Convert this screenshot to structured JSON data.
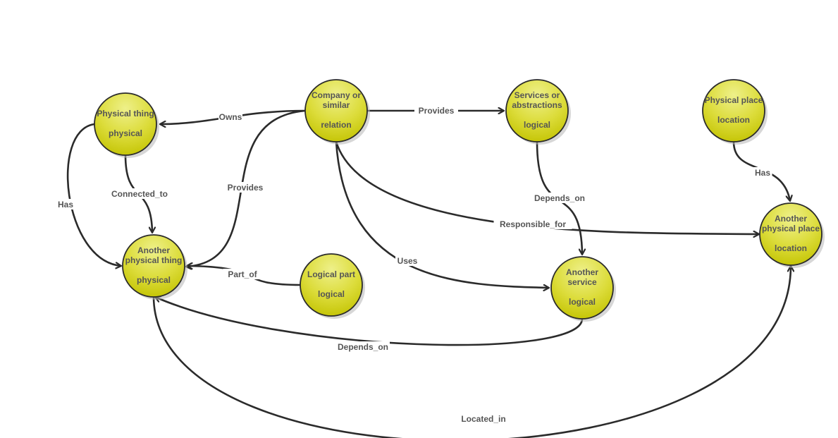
{
  "nodes": {
    "physical_thing": {
      "title": [
        "Physical thing"
      ],
      "type": "physical"
    },
    "company": {
      "title": [
        "Company or",
        "similar"
      ],
      "type": "relation"
    },
    "services": {
      "title": [
        "Services or",
        "abstractions"
      ],
      "type": "logical"
    },
    "physical_place": {
      "title": [
        "Physical place"
      ],
      "type": "location"
    },
    "another_physical_thing": {
      "title": [
        "Another",
        "physical thing"
      ],
      "type": "physical"
    },
    "logical_part": {
      "title": [
        "Logical part"
      ],
      "type": "logical"
    },
    "another_service": {
      "title": [
        "Another",
        "service"
      ],
      "type": "logical"
    },
    "another_physical_place": {
      "title": [
        "Another",
        "physical place"
      ],
      "type": "location"
    }
  },
  "edges": {
    "owns": {
      "label": "Owns",
      "from": "company",
      "to": "physical_thing"
    },
    "provides_services": {
      "label": "Provides",
      "from": "company",
      "to": "services"
    },
    "has_physical": {
      "label": "Has",
      "from": "physical_thing",
      "to": "another_physical_thing"
    },
    "connected_to": {
      "label": "Connected_to",
      "from": "physical_thing",
      "to": "another_physical_thing"
    },
    "provides_physical": {
      "label": "Provides",
      "from": "company",
      "to": "another_physical_thing"
    },
    "has_place": {
      "label": "Has",
      "from": "physical_place",
      "to": "another_physical_place"
    },
    "depends_on_service": {
      "label": "Depends_on",
      "from": "services",
      "to": "another_service"
    },
    "responsible_for": {
      "label": "Responsible_for",
      "from": "company",
      "to": "another_physical_place"
    },
    "uses": {
      "label": "Uses",
      "from": "company",
      "to": "another_service"
    },
    "part_of": {
      "label": "Part_of",
      "from": "logical_part",
      "to": "another_physical_thing"
    },
    "depends_on_physical": {
      "label": "Depends_on",
      "from": "another_service",
      "to": "another_physical_thing"
    },
    "located_in": {
      "label": "Located_in",
      "from": "another_physical_thing",
      "to": "another_physical_place"
    }
  },
  "colors": {
    "node_top": "#eef08a",
    "node_bottom": "#c8c800",
    "edge": "#2b2b2b",
    "text": "#555555"
  }
}
